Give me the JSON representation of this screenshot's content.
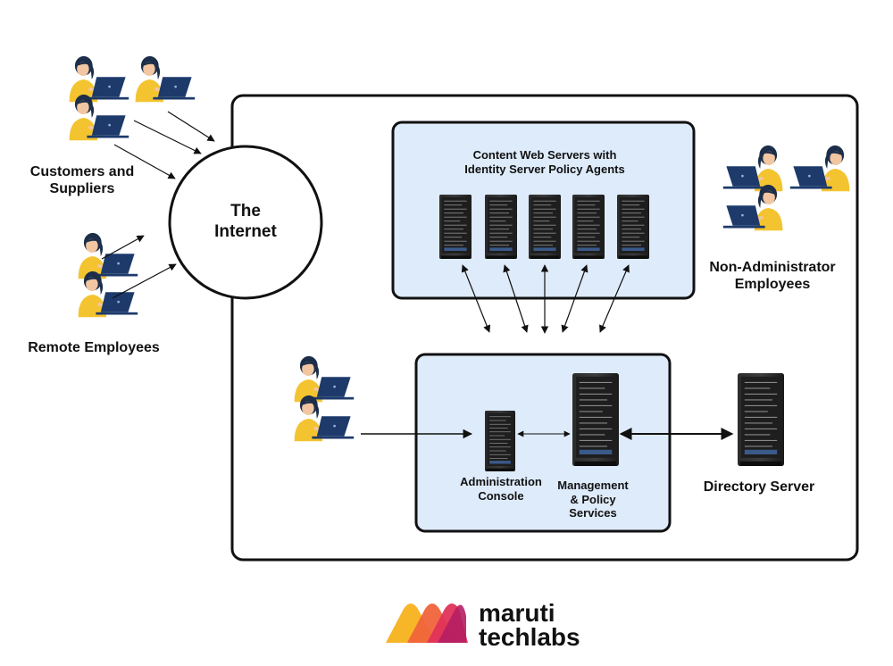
{
  "labels": {
    "customers": [
      "Customers and",
      "Suppliers"
    ],
    "remote": "Remote Employees",
    "internet": [
      "The",
      "Internet"
    ],
    "content_servers": [
      "Content Web Servers with",
      "Identity Server Policy Agents"
    ],
    "non_admin": [
      "Non-Administrator",
      "Employees"
    ],
    "admin_console": [
      "Administration",
      "Console"
    ],
    "mgmt": [
      "Management",
      "& Policy",
      "Services"
    ],
    "directory": "Directory Server"
  },
  "brand": {
    "line1": "maruti",
    "line2": "techlabs"
  },
  "colors": {
    "panel_fill": "#deebfa",
    "stroke": "#111111",
    "person_shirt": "#f4c430",
    "person_hair": "#1c2e4a",
    "laptop": "#1d3a6b",
    "logo": [
      "#f7b528",
      "#f0643a",
      "#e0335a",
      "#b51e63"
    ]
  }
}
